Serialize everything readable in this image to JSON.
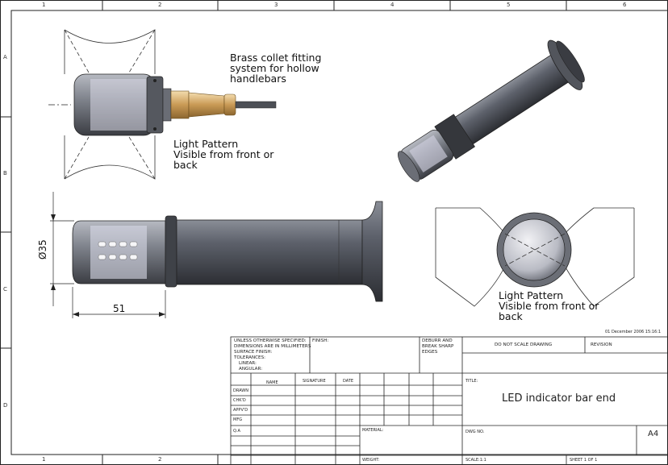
{
  "border": {
    "columns": [
      "1",
      "2",
      "3",
      "4",
      "5",
      "6"
    ],
    "rows": [
      "A",
      "B",
      "C",
      "D"
    ]
  },
  "notes": {
    "brass_fitting": [
      "Brass collet fitting",
      "system for hollow",
      "handlebars"
    ],
    "light_pattern_top": [
      "Light Pattern",
      "Visible from front or",
      "back"
    ],
    "light_pattern_right": [
      "Light Pattern",
      "Visible from front or",
      "back"
    ]
  },
  "dimensions": {
    "diameter": "Ø35",
    "length": "51"
  },
  "date_stamp": "01 December 2006 15:16:1",
  "title_block": {
    "spec": [
      "UNLESS OTHERWISE SPECIFIED:",
      "DIMENSIONS ARE IN MILLIMETERS",
      "SURFACE FINISH:",
      "TOLERANCES:",
      "LINEAR:",
      "ANGULAR:"
    ],
    "finish": "FINISH:",
    "deburr": [
      "DEBURR AND",
      "BREAK SHARP",
      "EDGES"
    ],
    "do_not_scale": "DO NOT SCALE DRAWING",
    "revision": "REVISION",
    "col_name": "NAME",
    "col_signature": "SIGNATURE",
    "col_date": "DATE",
    "rows": [
      "DRAWN",
      "CHK'D",
      "APPV'D",
      "MFG",
      "Q.A"
    ],
    "title_label": "TITLE:",
    "title": "LED indicator bar end",
    "material": "MATERIAL:",
    "dwg_no": "DWG NO.",
    "size": "A4",
    "weight": "WEIGHT:",
    "scale": "SCALE:1:1",
    "sheet": "SHEET 1 OF 1"
  }
}
